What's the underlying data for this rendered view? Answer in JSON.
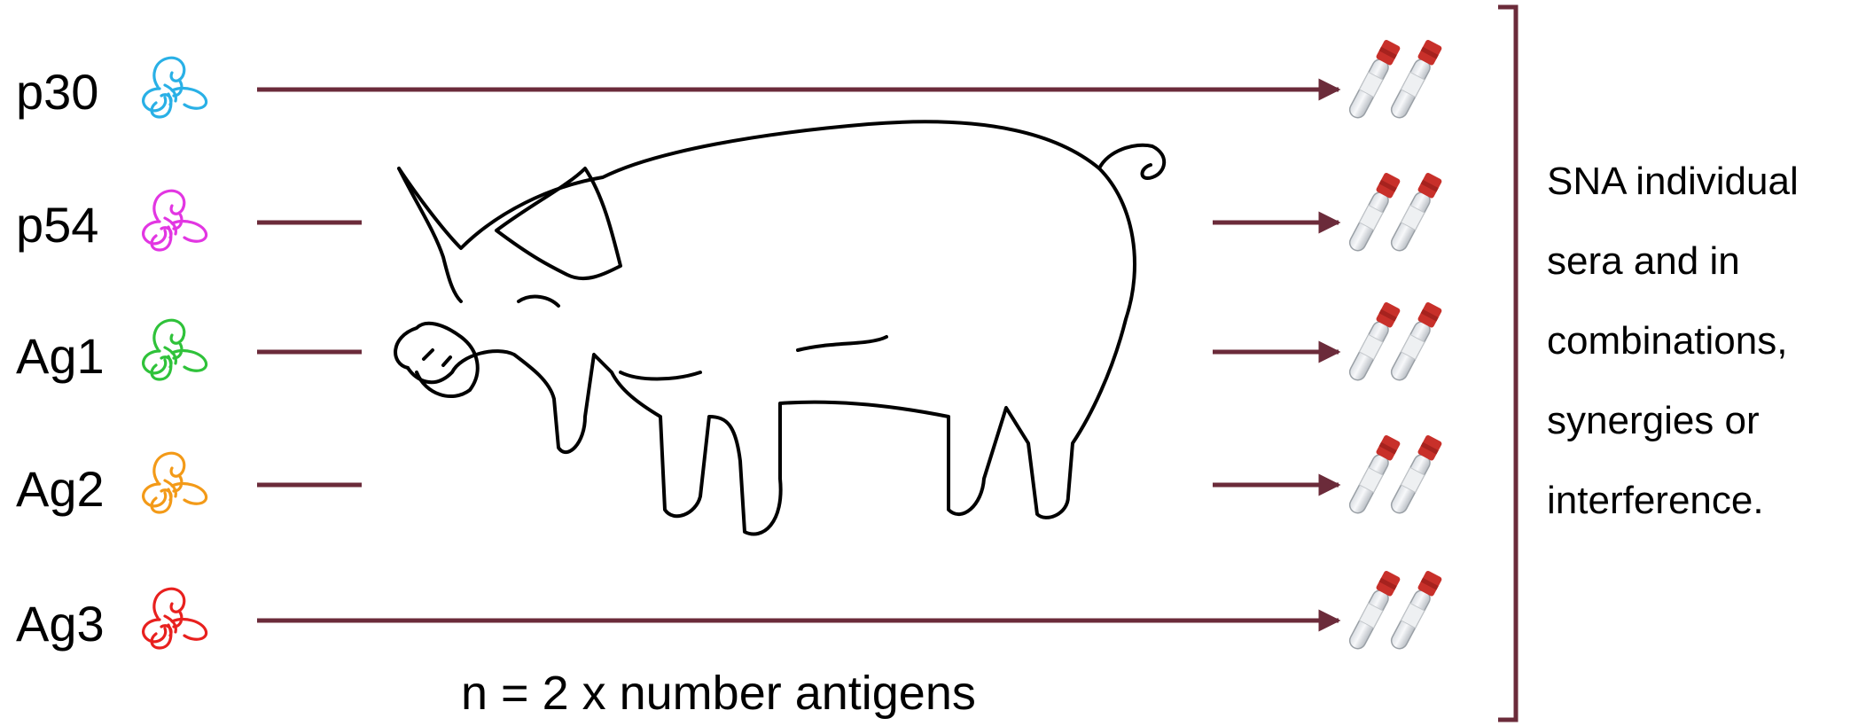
{
  "antigens": [
    {
      "label": "p30",
      "color": "#29b0e6"
    },
    {
      "label": "p54",
      "color": "#e236e2"
    },
    {
      "label": "Ag1",
      "color": "#2fc23a"
    },
    {
      "label": "Ag2",
      "color": "#f39a18"
    },
    {
      "label": "Ag3",
      "color": "#e8201e"
    }
  ],
  "arrow_color": "#6b2b3a",
  "tube_cap_color": "#c8302a",
  "bracket_color": "#6b2b3a",
  "count_text": "n = 2 x number antigens",
  "outcome_lines": [
    "SNA individual",
    "sera and in",
    "combinations,",
    "synergies or",
    "interference."
  ]
}
